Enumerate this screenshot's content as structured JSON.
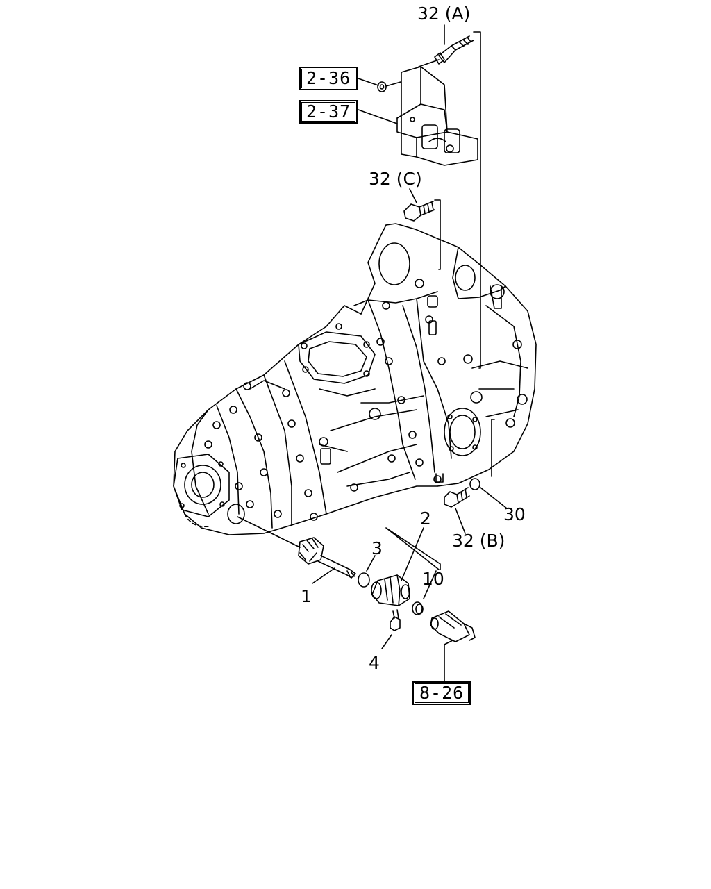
{
  "callouts": {
    "c32a": "32 (A)",
    "c32c": "32 (C)",
    "c32b": "32 (B)",
    "c30": "30",
    "c2": "2",
    "c3": "3",
    "c10": "10",
    "c1": "1",
    "c4": "4"
  },
  "references": {
    "r236": "2-36",
    "r237": "2-37",
    "r826": "8-26"
  }
}
